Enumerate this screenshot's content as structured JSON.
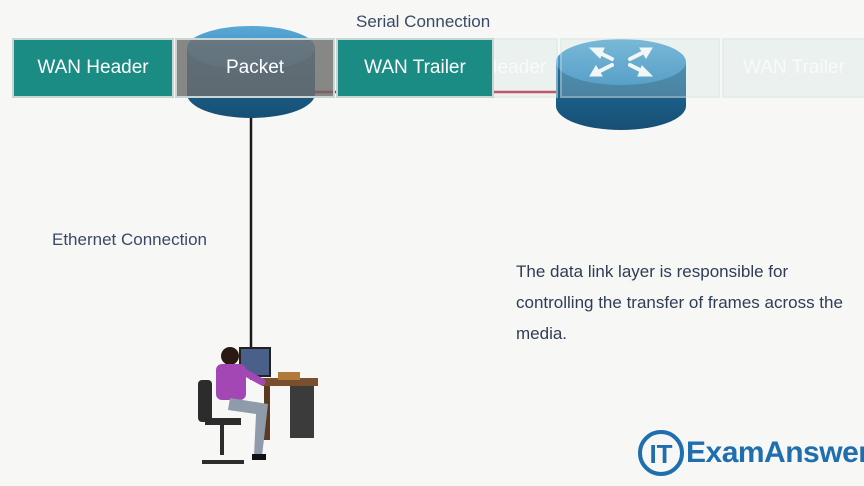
{
  "diagram": {
    "serial_label": "Serial Connection",
    "ethernet_label": "Ethernet Connection",
    "frame": {
      "header": "WAN Header",
      "packet": "Packet",
      "trailer": "WAN Trailer"
    },
    "ghost_frame": {
      "header": "Header",
      "trailer": "WAN Trailer"
    },
    "description": "The data link layer is responsible for controlling the transfer of frames across the media.",
    "colors": {
      "frame_teal": "#1a8c83",
      "packet_grey": "#6e6e6e",
      "serial_link": "#c0203a",
      "router_blue": "#1d6f9c"
    }
  },
  "watermark": {
    "brand_it": "IT",
    "brand_name": "ExamAnswers"
  }
}
